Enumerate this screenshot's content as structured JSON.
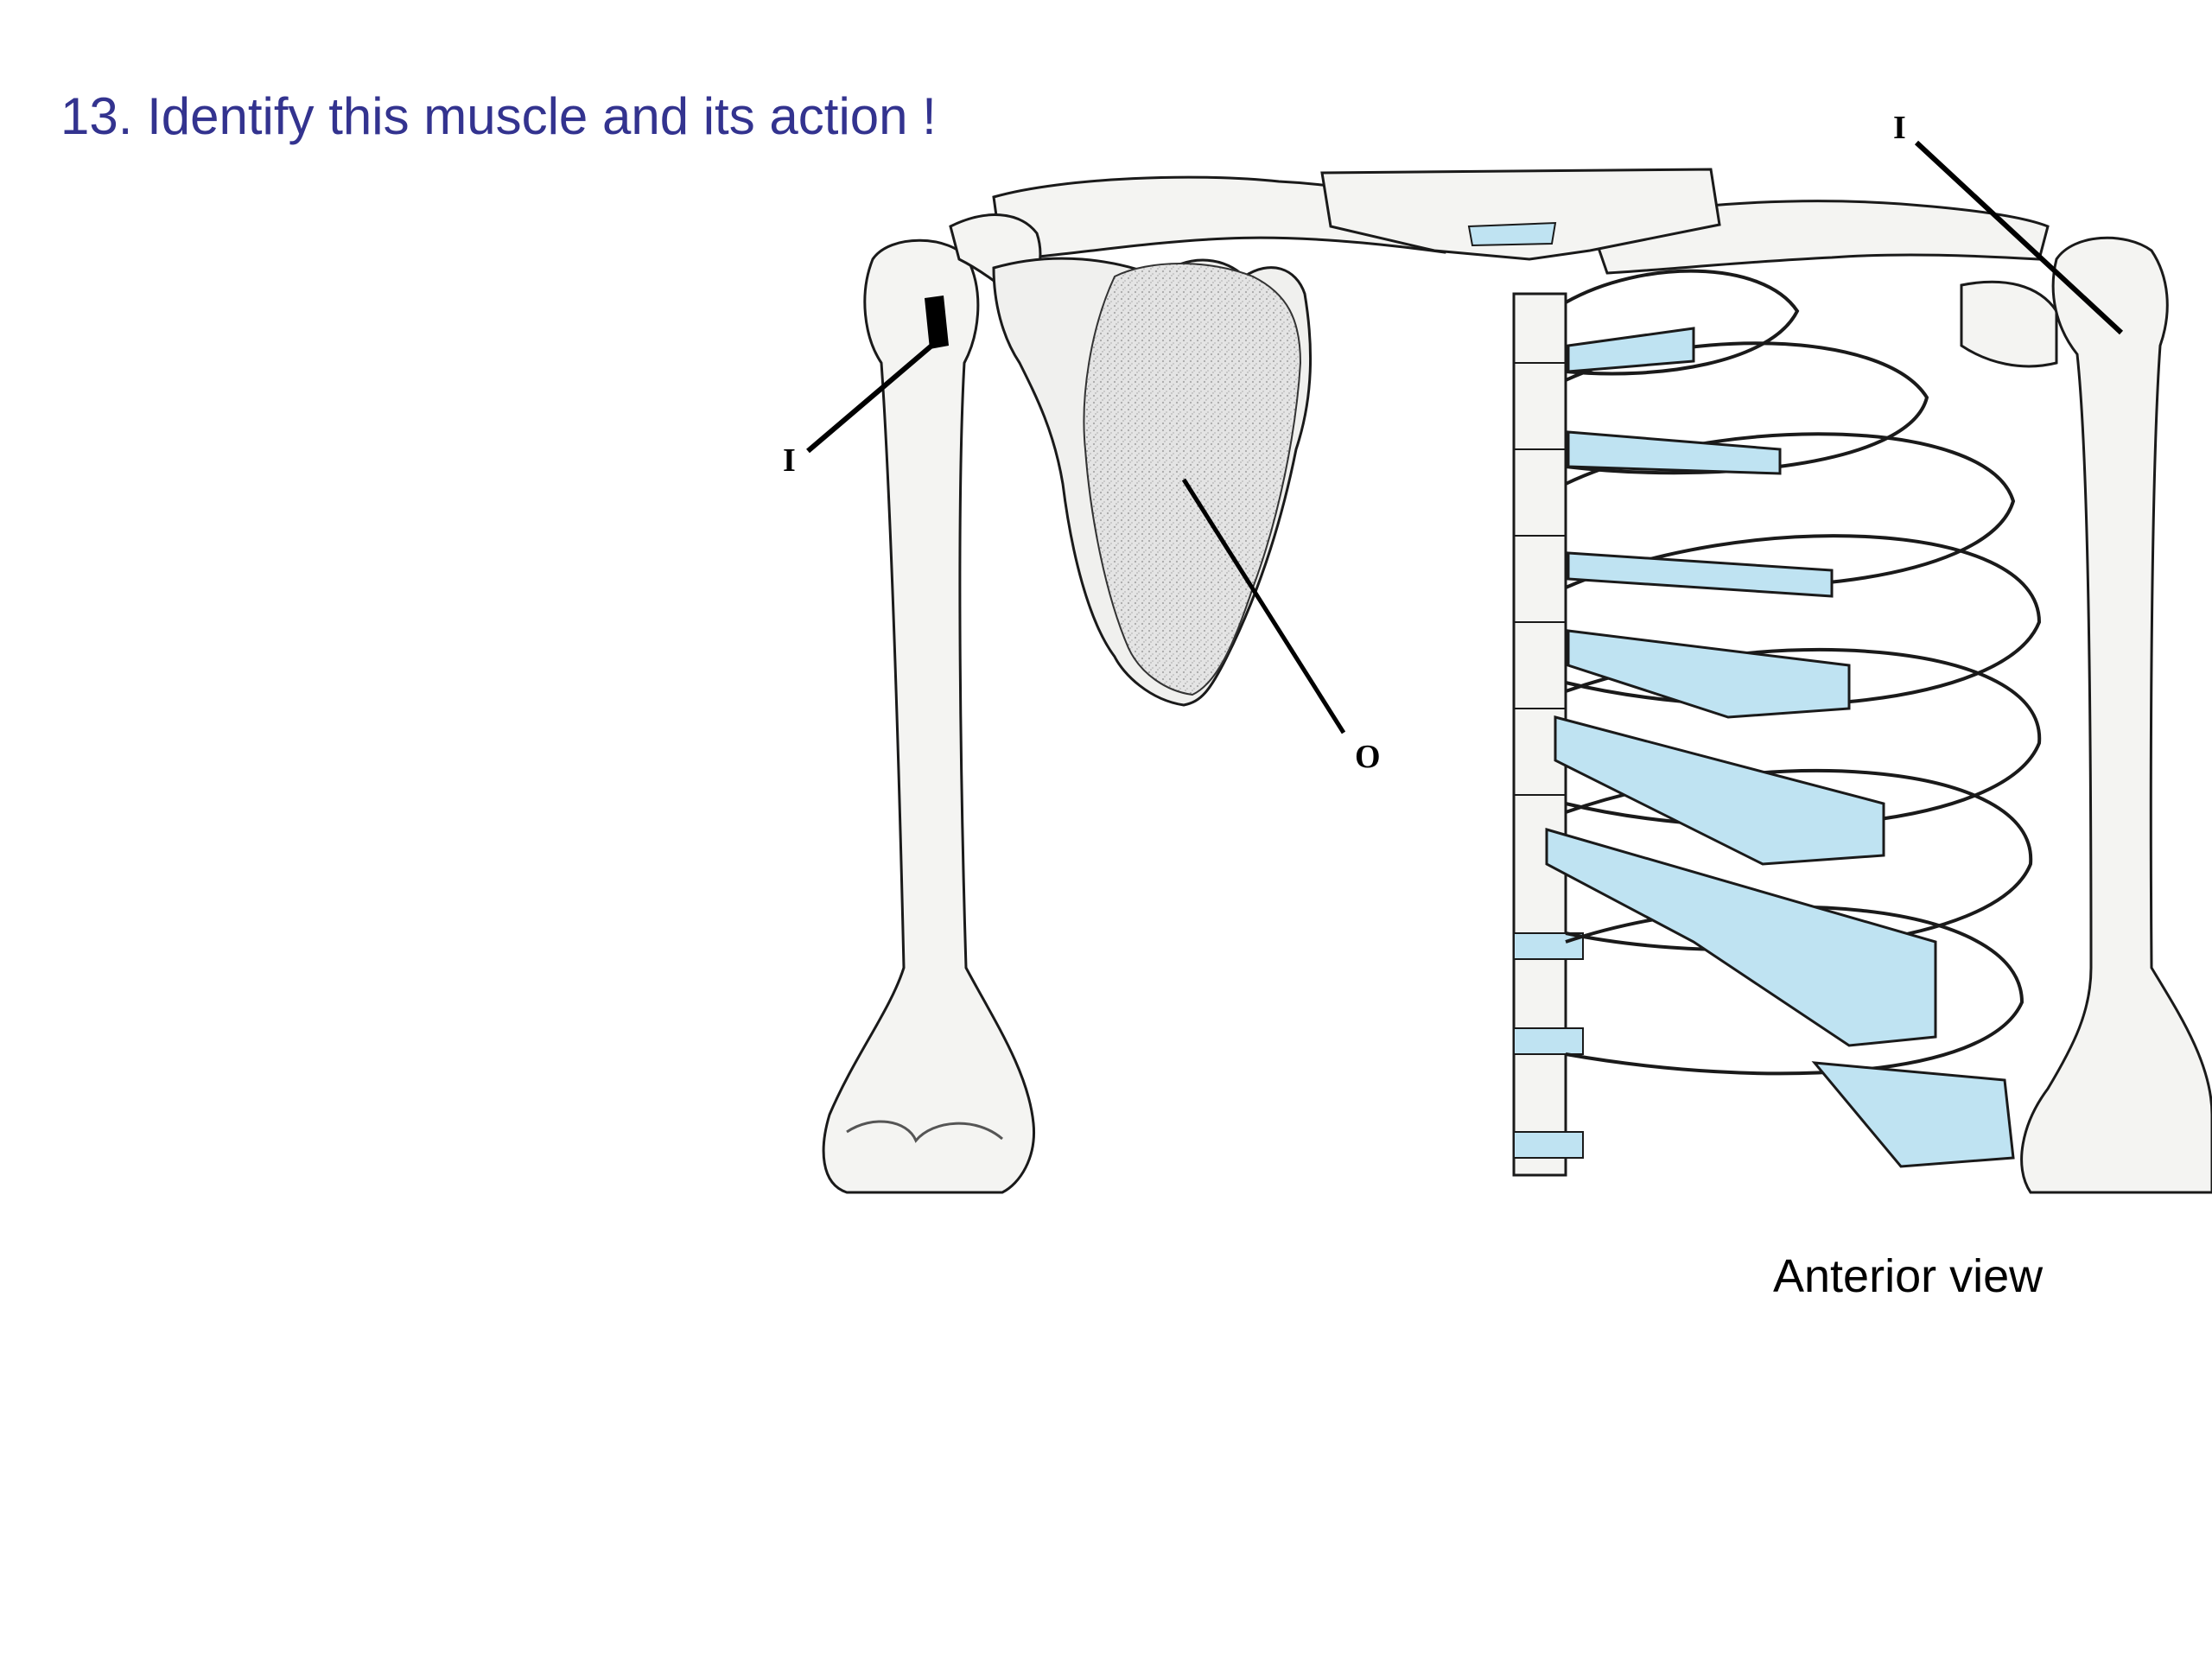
{
  "slide": {
    "title": "13. Identify this muscle and its action !",
    "caption": "Anterior view"
  },
  "diagram": {
    "labels": {
      "insertion_left": "I",
      "insertion_right": "I",
      "origin": "O"
    },
    "colors": {
      "title": "#33338f",
      "bone_fill": "#f4f4f2",
      "bone_outline": "#1a1a1a",
      "cartilage": "#bfe3f2",
      "muscle_shading": "#d6d6d6"
    }
  }
}
